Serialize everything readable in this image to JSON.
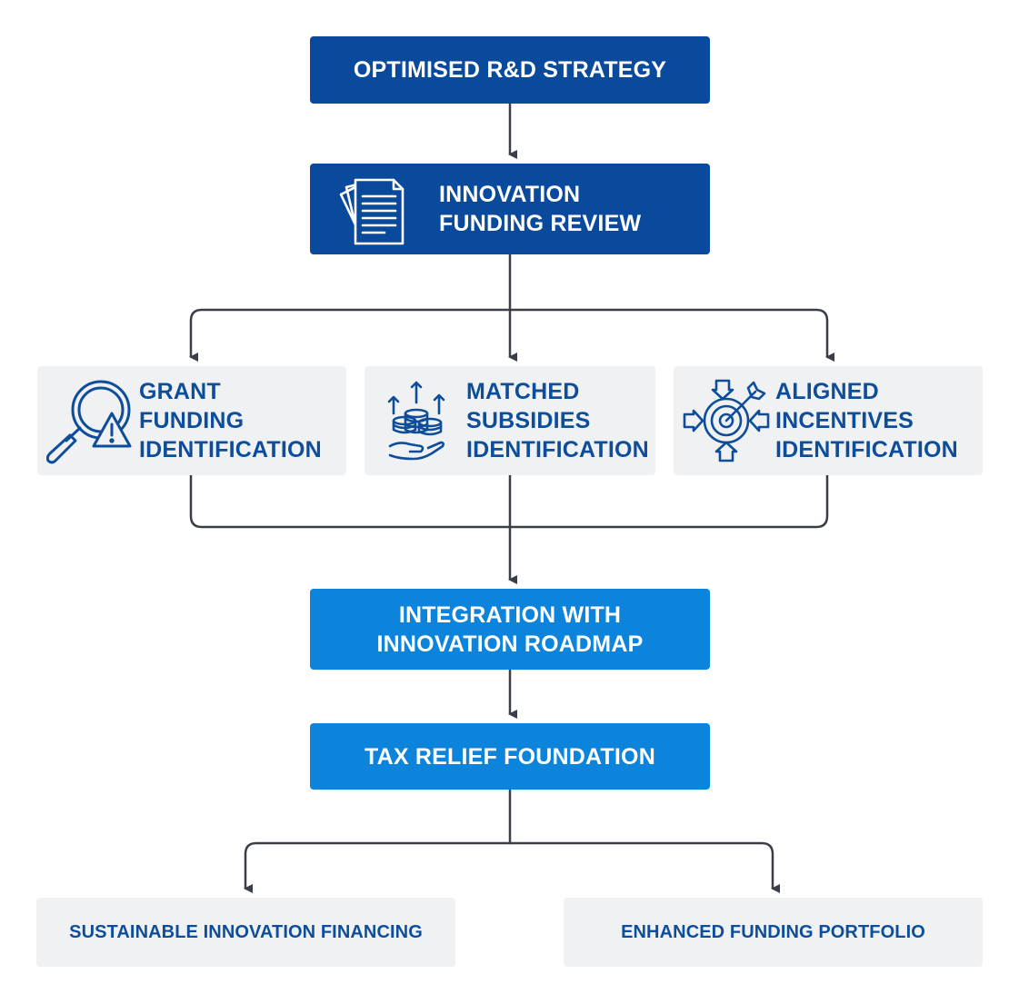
{
  "top": {
    "label": "OPTIMISED R&D STRATEGY"
  },
  "review": {
    "line1": "INNOVATION",
    "line2": "FUNDING REVIEW",
    "icon": "documents-icon"
  },
  "branches": [
    {
      "line1": "GRANT",
      "line2": "FUNDING",
      "line3": "IDENTIFICATION",
      "icon": "magnifier-warning-icon"
    },
    {
      "line1": "MATCHED",
      "line2": "SUBSIDIES",
      "line3": "IDENTIFICATION",
      "icon": "coins-hand-icon"
    },
    {
      "line1": "ALIGNED",
      "line2": "INCENTIVES",
      "line3": "IDENTIFICATION",
      "icon": "target-arrows-icon"
    }
  ],
  "integration": {
    "line1": "INTEGRATION WITH",
    "line2": "INNOVATION ROADMAP"
  },
  "tax": {
    "label": "TAX RELIEF FOUNDATION"
  },
  "outcomes": [
    {
      "label": "SUSTAINABLE INNOVATION FINANCING"
    },
    {
      "label": "ENHANCED FUNDING PORTFOLIO"
    }
  ],
  "colors": {
    "dark": "#0a4a9c",
    "mid": "#0d84db",
    "light": "#f0f1f3",
    "text_blue": "#0d4d9a",
    "connector": "#3a3f47"
  }
}
